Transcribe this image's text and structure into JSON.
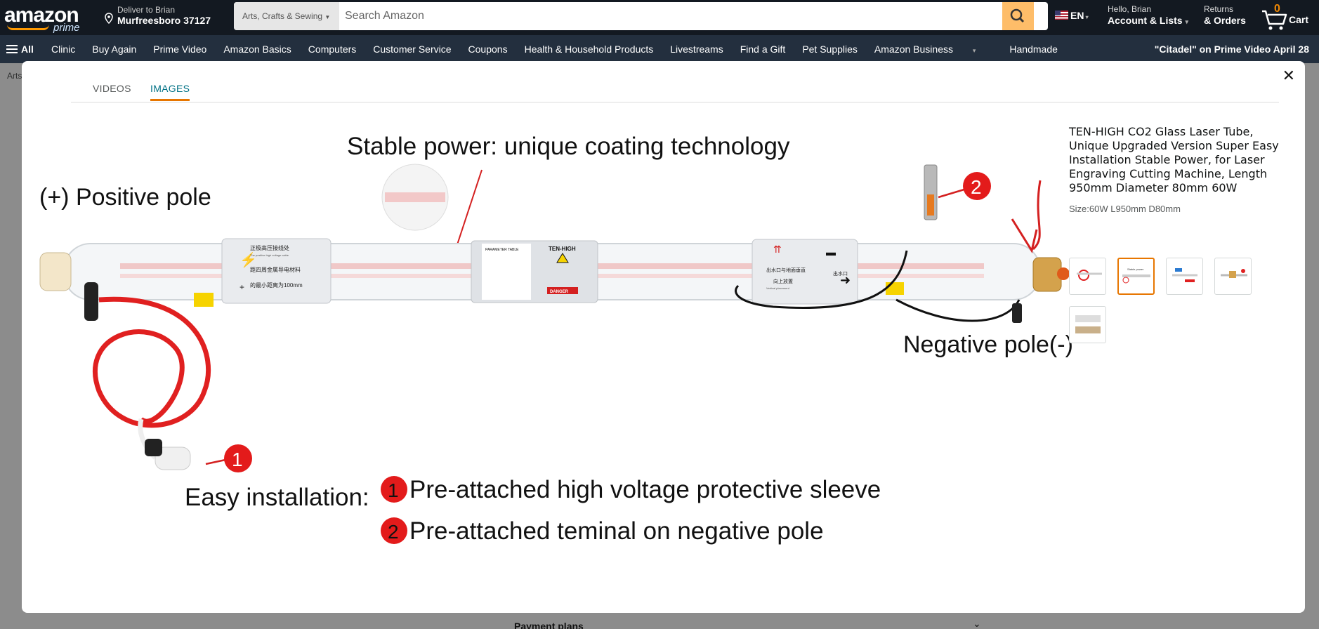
{
  "header": {
    "logo_text": "amazon",
    "logo_sub": "prime",
    "deliver_line1": "Deliver to Brian",
    "deliver_line2": "Murfreesboro 37127",
    "search_category": "Arts, Crafts & Sewing",
    "search_placeholder": "Search Amazon",
    "language": "EN",
    "account_line1": "Hello, Brian",
    "account_line2": "Account & Lists",
    "returns_line1": "Returns",
    "returns_line2": "& Orders",
    "cart_count": "0",
    "cart_label": "Cart"
  },
  "subnav": {
    "all_label": "All",
    "links": [
      "Clinic",
      "Buy Again",
      "Prime Video",
      "Amazon Basics",
      "Computers",
      "Customer Service",
      "Coupons",
      "Health & Household Products",
      "Livestreams",
      "Find a Gift",
      "Pet Supplies",
      "Amazon Business",
      "Handmade"
    ],
    "promo": "\"Citadel\" on Prime Video April 28"
  },
  "breadcrumb": "Arts",
  "background": {
    "section_label": "Payment plans"
  },
  "modal": {
    "tabs": [
      "VIDEOS",
      "IMAGES"
    ],
    "active_tab": "IMAGES",
    "product_title": "TEN-HIGH CO2 Glass Laser Tube, Unique Upgraded Version Super Easy Installation Stable Power, for Laser Engraving Cutting Machine, Length 950mm Diameter 80mm 60W",
    "size_text": "Size:60W L950mm D80mm",
    "thumbnail_count": 5,
    "selected_thumbnail": 2,
    "image_text": {
      "heading": "Stable power: unique coating technology",
      "positive": "(+) Positive pole",
      "negative": "Negative pole(-)",
      "easy": "Easy installation:",
      "item1_num": "1",
      "item1": "Pre-attached high voltage protective sleeve",
      "item2_num": "2",
      "item2": "Pre-attached teminal on negative pole",
      "callout1": "1",
      "callout2": "2",
      "label_left_cn": "正极高压接线处",
      "label_left_en": "The positive high voltage cable",
      "label_left_cn2": "距四周金属导电材料",
      "label_left_cn3": "的最小距离为100mm",
      "param_title": "PARAMETER TABLE",
      "brand": "TEN-HIGH",
      "danger": "DANGER",
      "label_right_cn": "出水口与地面垂直",
      "label_right_cn2": "向上放置",
      "label_right_en": "Vertical placement",
      "outlet": "出水口"
    }
  },
  "colors": {
    "nav_dark": "#131921",
    "subnav": "#232f3e",
    "accent_orange": "#e77600",
    "search_button": "#febd69",
    "link_teal": "#007185",
    "callout_red": "#e31b1b"
  }
}
